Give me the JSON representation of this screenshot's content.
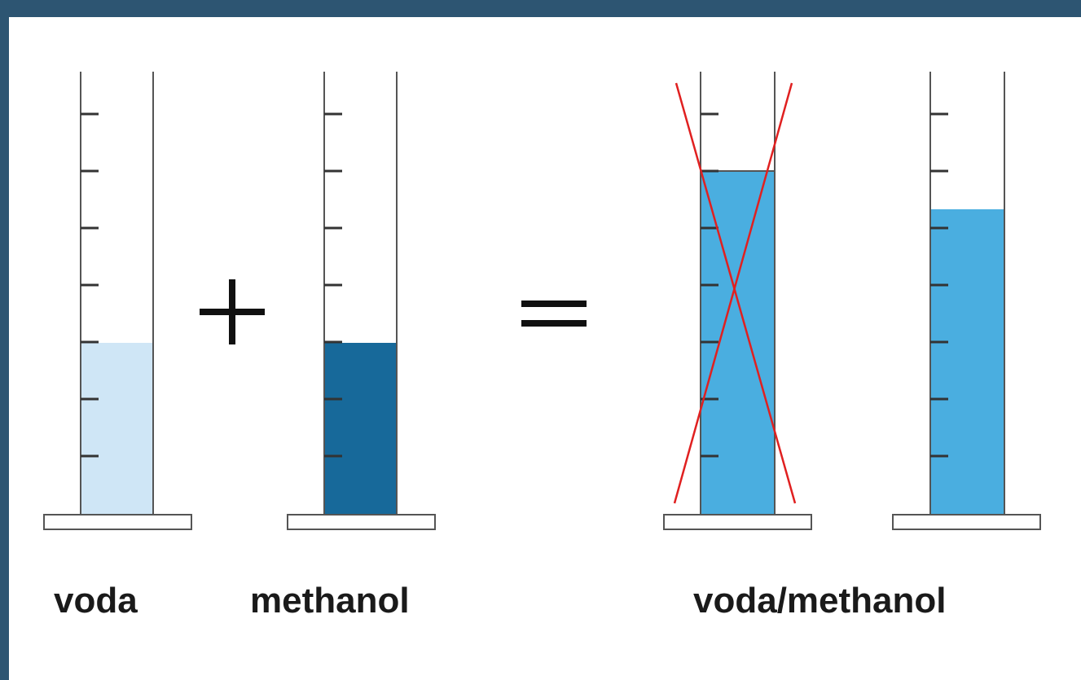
{
  "labels": {
    "water": "voda",
    "methanol": "methanol",
    "mixture": "voda/methanol"
  },
  "symbols": {
    "plus": "+",
    "equals": "="
  },
  "cylinders": [
    {
      "id": "water",
      "fill_fraction": 0.4,
      "color": "#cfe6f6"
    },
    {
      "id": "methanol",
      "fill_fraction": 0.4,
      "color": "#17699a"
    },
    {
      "id": "mixture-expected",
      "fill_fraction": 0.8,
      "color": "#4aaee0",
      "crossed_out": true
    },
    {
      "id": "mixture-actual",
      "fill_fraction": 0.71,
      "color": "#4aaee0"
    }
  ],
  "colors": {
    "frame": "#2d5572",
    "cross": "#e02020",
    "outline": "#555555"
  }
}
